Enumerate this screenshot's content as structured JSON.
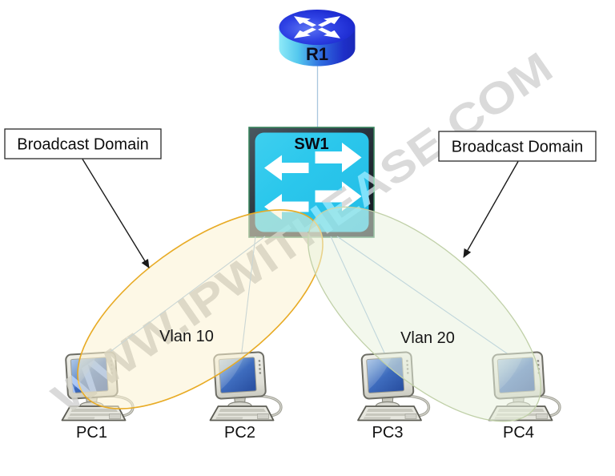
{
  "watermark": {
    "text": "WWW.IPWITHEASE.COM"
  },
  "devices": {
    "router": {
      "label": "R1"
    },
    "switch": {
      "label": "SW1"
    },
    "pcs": [
      {
        "label": "PC1"
      },
      {
        "label": "PC2"
      },
      {
        "label": "PC3"
      },
      {
        "label": "PC4"
      }
    ]
  },
  "vlans": [
    {
      "label": "Vlan 10"
    },
    {
      "label": "Vlan 20"
    }
  ],
  "callouts": {
    "left": {
      "label": "Broadcast Domain"
    },
    "right": {
      "label": "Broadcast Domain"
    }
  },
  "colors": {
    "background": "#ffffff",
    "switch_cyan": "#2bc7ec",
    "router_blue": "#2432d8",
    "vlan10_stroke": "#e8ab25",
    "vlan10_fill": "#fcf3d6",
    "vlan20_stroke": "#becfa5",
    "vlan20_fill": "#ebf4e2",
    "link_line": "#8fb4d8",
    "callout_line": "#1a1a1a",
    "watermark_gray": "#c9c9c9",
    "label_text": "#111111"
  }
}
